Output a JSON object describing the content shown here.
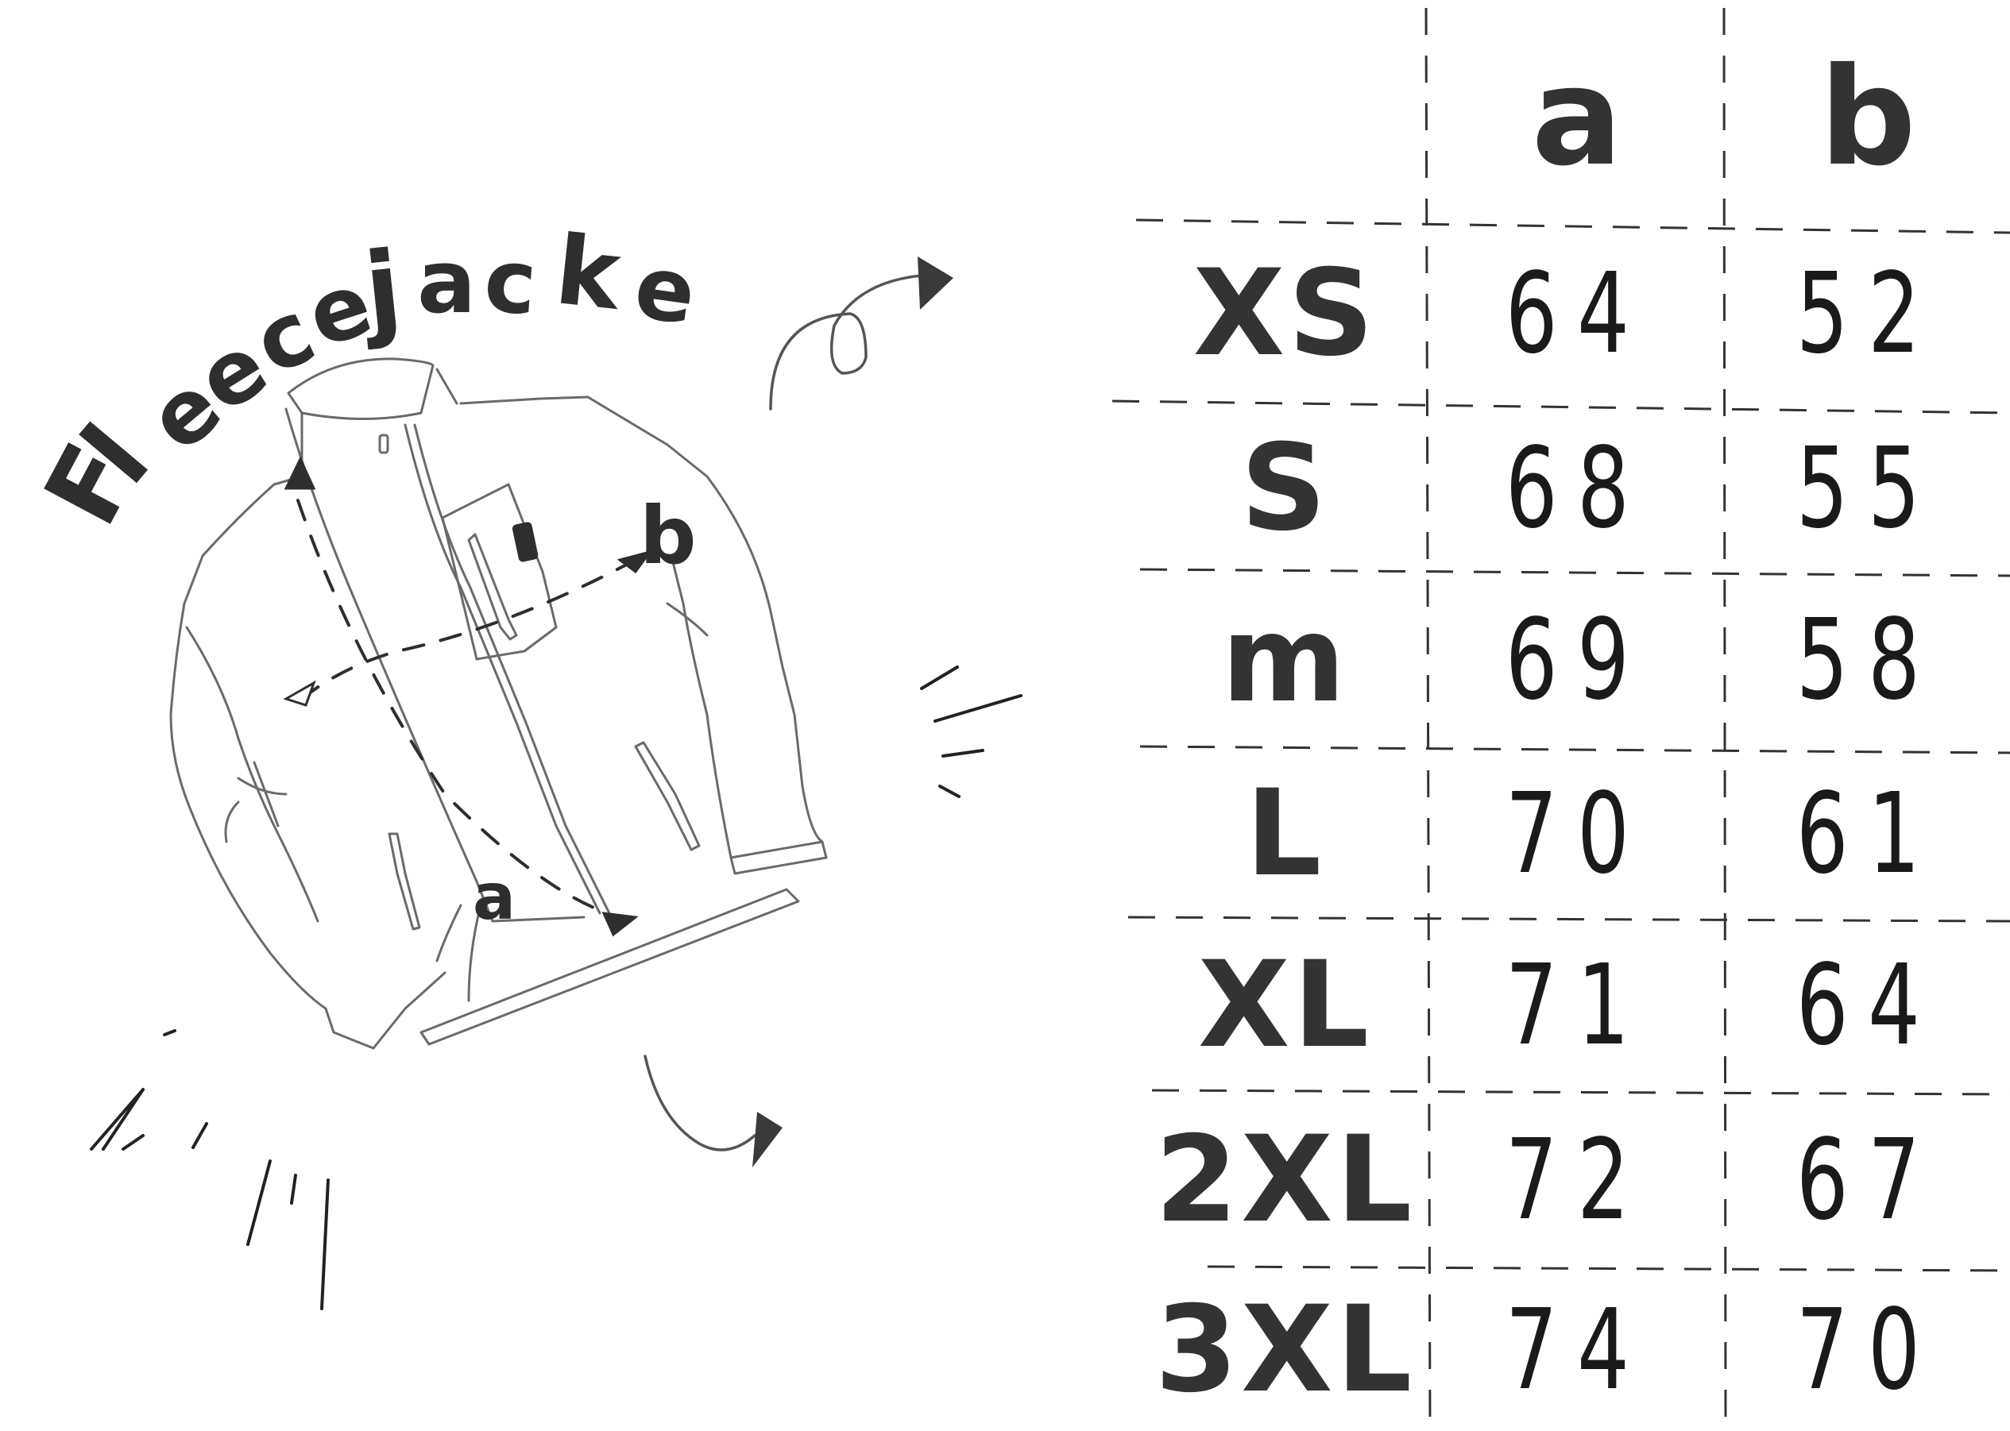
{
  "title": "Fleecejacke",
  "title_letters": [
    "F",
    "l",
    "e",
    "e",
    "c",
    "e",
    "j",
    "a",
    "c",
    "k",
    "e"
  ],
  "jacket": {
    "measure_a_label": "a",
    "measure_b_label": "b"
  },
  "size_table": {
    "columns": [
      "a",
      "b"
    ],
    "rows": [
      {
        "size": "XS",
        "a": "64",
        "b": "52"
      },
      {
        "size": "S",
        "a": "68",
        "b": "55"
      },
      {
        "size": "m",
        "a": "69",
        "b": "58"
      },
      {
        "size": "L",
        "a": "70",
        "b": "61"
      },
      {
        "size": "XL",
        "a": "71",
        "b": "64"
      },
      {
        "size": "2XL",
        "a": "72",
        "b": "67"
      },
      {
        "size": "3XL",
        "a": "74",
        "b": "70"
      }
    ]
  },
  "colors": {
    "ink": "#2e2e2e",
    "line": "#555555",
    "paper": "#ffffff"
  }
}
